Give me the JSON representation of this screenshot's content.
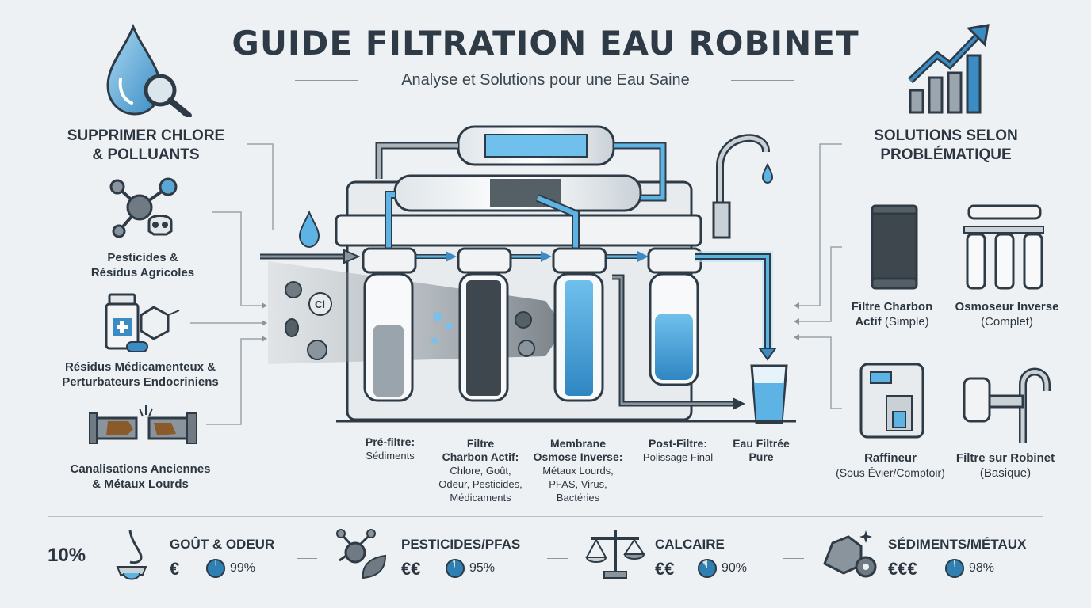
{
  "header": {
    "title": "GUIDE FILTRATION EAU ROBINET",
    "subtitle": "Analyse et Solutions pour une Eau Saine"
  },
  "left_panel": {
    "heading_line1": "SUPPRIMER CHLORE",
    "heading_line2": "& POLLUANTS",
    "items": [
      {
        "line1": "Pesticides &",
        "line2": "Résidus Agricoles"
      },
      {
        "line1": "Résidus Médicamenteux &",
        "line2": "Perturbateurs Endocriniens"
      },
      {
        "line1": "Canalisations Anciennes",
        "line2": "& Métaux Lourds"
      }
    ]
  },
  "diagram": {
    "chlorine_symbol": "Cl",
    "stages": [
      {
        "title": "Pré-filtre:",
        "desc": [
          "Sédiments"
        ]
      },
      {
        "title": "Filtre",
        "title2": "Charbon Actif:",
        "desc": [
          "Chlore, Goût,",
          "Odeur, Pesticides,",
          "Médicaments"
        ]
      },
      {
        "title": "Membrane",
        "title2": "Osmose Inverse:",
        "desc": [
          "Métaux Lourds,",
          "PFAS, Virus,",
          "Bactéries"
        ]
      },
      {
        "title": "Post-Filtre:",
        "desc": [
          "Polissage Final"
        ]
      },
      {
        "title": "Eau Filtrée",
        "title2": "Pure",
        "desc": []
      }
    ]
  },
  "right_panel": {
    "heading_line1": "SOLUTIONS SELON",
    "heading_line2": "PROBLÉMATIQUE",
    "solutions": [
      {
        "name": "Filtre Charbon",
        "name2": "Actif",
        "detail": "(Simple)"
      },
      {
        "name": "Osmoseur Inverse",
        "detail": "(Complet)"
      },
      {
        "name": "Raffineur",
        "detail": "(Sous Évier/Comptoir)"
      },
      {
        "name": "Filtre sur Robinet",
        "detail": "(Basique)"
      }
    ]
  },
  "bottom": {
    "percent_label": "10%",
    "categories": [
      {
        "title": "GOÛT & ODEUR",
        "cost": "€",
        "efficiency": "99%",
        "fill": 0.99,
        "icon": "nose-tongue-icon"
      },
      {
        "title": "PESTICIDES/PFAS",
        "cost": "€€",
        "efficiency": "95%",
        "fill": 0.95,
        "icon": "molecule-leaf-icon"
      },
      {
        "title": "CALCAIRE",
        "cost": "€€",
        "efficiency": "90%",
        "fill": 0.9,
        "icon": "scale-icon"
      },
      {
        "title": "SÉDIMENTS/MÉTAUX",
        "cost": "€€€",
        "efficiency": "98%",
        "fill": 0.98,
        "icon": "rocks-gear-icon"
      }
    ]
  },
  "colors": {
    "water_blue": "#3a9fd8",
    "dark_text": "#2b3640",
    "pie_fill": "#2f7fb3",
    "background": "#eef1f3"
  }
}
